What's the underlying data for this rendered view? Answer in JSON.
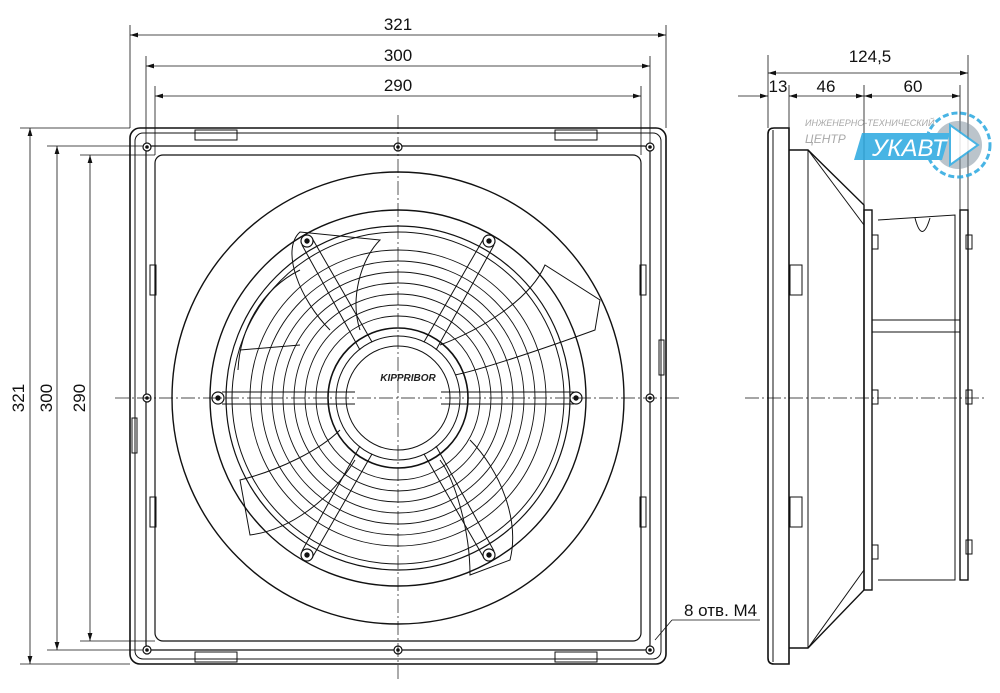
{
  "front_view": {
    "dims": {
      "width_outer": "321",
      "width_mid": "300",
      "width_inner": "290",
      "height_outer": "321",
      "height_mid": "300",
      "height_inner": "290"
    },
    "brand_label": "KIPPRIBOR",
    "holes_note": "8 отв. M4"
  },
  "side_view": {
    "dims": {
      "total": "124,5",
      "flange": "13",
      "body": "46",
      "motor": "60"
    }
  },
  "watermark": {
    "line1": "ИНЖЕНЕРНО-ТЕХНИЧЕСКИЙ",
    "line2": "ЦЕНТР",
    "logo": "УКАВТ",
    "accent_color": "#29a8e0"
  }
}
